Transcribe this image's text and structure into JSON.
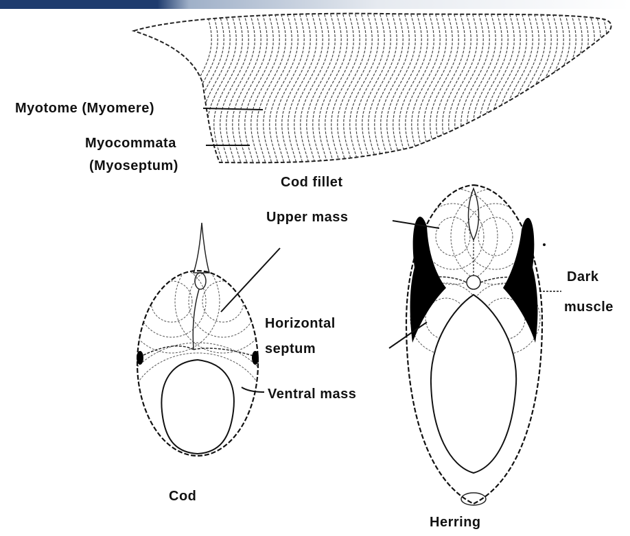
{
  "labels": {
    "myotome": "Myotome (Myomere)",
    "myocommata": "Myocommata",
    "myoseptum": "(Myoseptum)",
    "cod_fillet": "Cod fillet",
    "upper_mass": "Upper mass",
    "dark": "Dark",
    "muscle": "muscle",
    "horizontal": "Horizontal",
    "septum": "septum",
    "ventral_mass": "Ventral mass",
    "cod": "Cod",
    "herring": "Herring"
  }
}
